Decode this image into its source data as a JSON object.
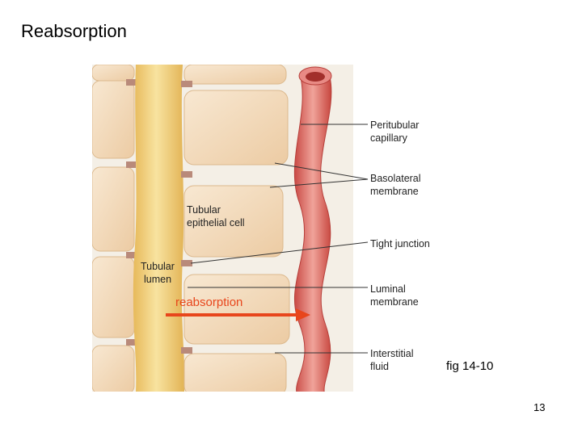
{
  "slide": {
    "title": "Reabsorption",
    "figure_caption": "fig 14-10",
    "page_number": "13"
  },
  "diagram": {
    "labels": {
      "peritubular_capillary": [
        "Peritubular",
        "capillary"
      ],
      "basolateral_membrane": [
        "Basolateral",
        "membrane"
      ],
      "tight_junction": [
        "Tight junction"
      ],
      "luminal_membrane": [
        "Luminal",
        "membrane"
      ],
      "interstitial_fluid": [
        "Interstitial",
        "fluid"
      ],
      "tubular_epithelial_cell": [
        "Tubular",
        "epithelial cell"
      ],
      "tubular_lumen": [
        "Tubular",
        "lumen"
      ]
    },
    "arrow_label": "reabsorption",
    "colors": {
      "background_tissue": "#f3efe6",
      "cell": "#f2d9b8",
      "lumen": "#f1cf72",
      "capillary": "#e0706a",
      "arrow": "#e8461c"
    }
  }
}
